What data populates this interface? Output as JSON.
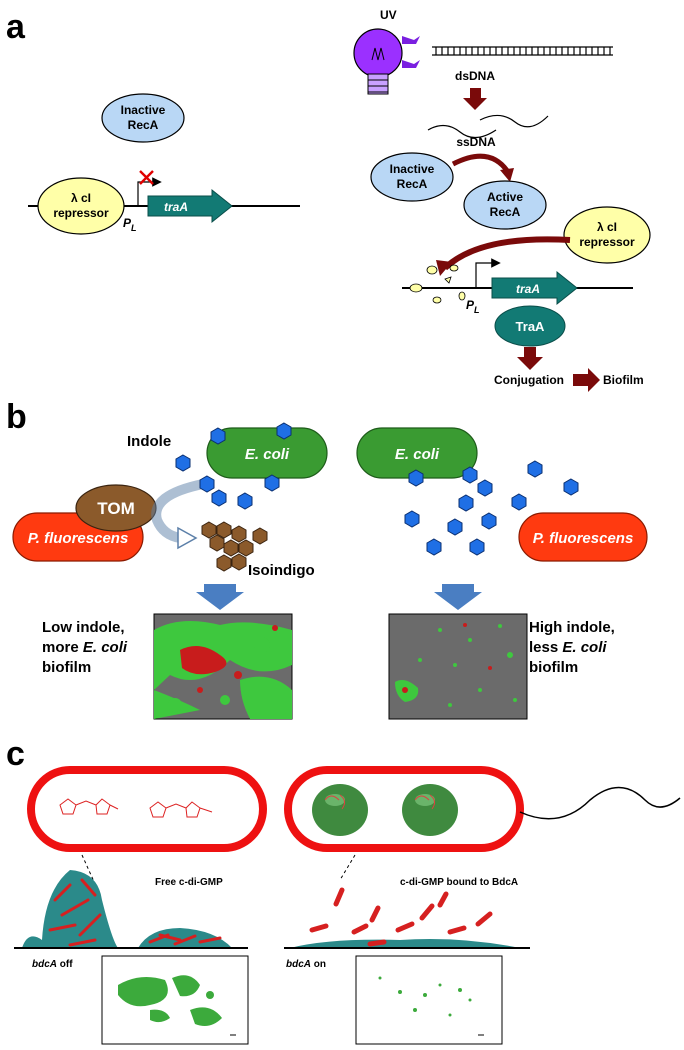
{
  "panels": {
    "a": {
      "letter": "a",
      "uv": "UV",
      "dsdna": "dsDNA",
      "ssdna": "ssDNA",
      "inactive_reca_line1": "Inactive",
      "inactive_reca_line2": "RecA",
      "active_reca_line1": "Active",
      "active_reca_line2": "RecA",
      "repressor_line1": "λ cI",
      "repressor_line2": "repressor",
      "promoter": "P",
      "promoter_sub": "L",
      "gene": "traA",
      "protein": "TraA",
      "conjugation": "Conjugation",
      "biofilm": "Biofilm"
    },
    "b": {
      "letter": "b",
      "indole": "Indole",
      "ecoli": "E. coli",
      "tom": "TOM",
      "pfluorescens": "P. fluorescens",
      "isoindigo": "Isoindigo",
      "left_caption": [
        "Low indole,",
        "more ",
        "E. coli",
        "biofilm"
      ],
      "right_caption": [
        "High indole,",
        "less ",
        "E. coli",
        "biofilm"
      ]
    },
    "c": {
      "letter": "c",
      "free_label": "Free c-di-GMP",
      "bound_label": "c-di-GMP bound to BdcA",
      "gene_off": "bdcA",
      "off": " off",
      "gene_on": "bdcA",
      "on": " on"
    }
  },
  "colors": {
    "reca_blue": "#b9d7f5",
    "repressor_yellow": "#ffffa8",
    "teal": "#127a74",
    "dark_red_arrow": "#7a0a0a",
    "uv_purple": "#9b30ff",
    "indole_blue": "#1f6fe5",
    "ecoli_green": "#3a9b32",
    "pfluor_red": "#ff3a10",
    "tom_brown": "#8b5a2b",
    "biofilm_teal": "#2b8a8a",
    "cell_red": "#ee1111"
  }
}
